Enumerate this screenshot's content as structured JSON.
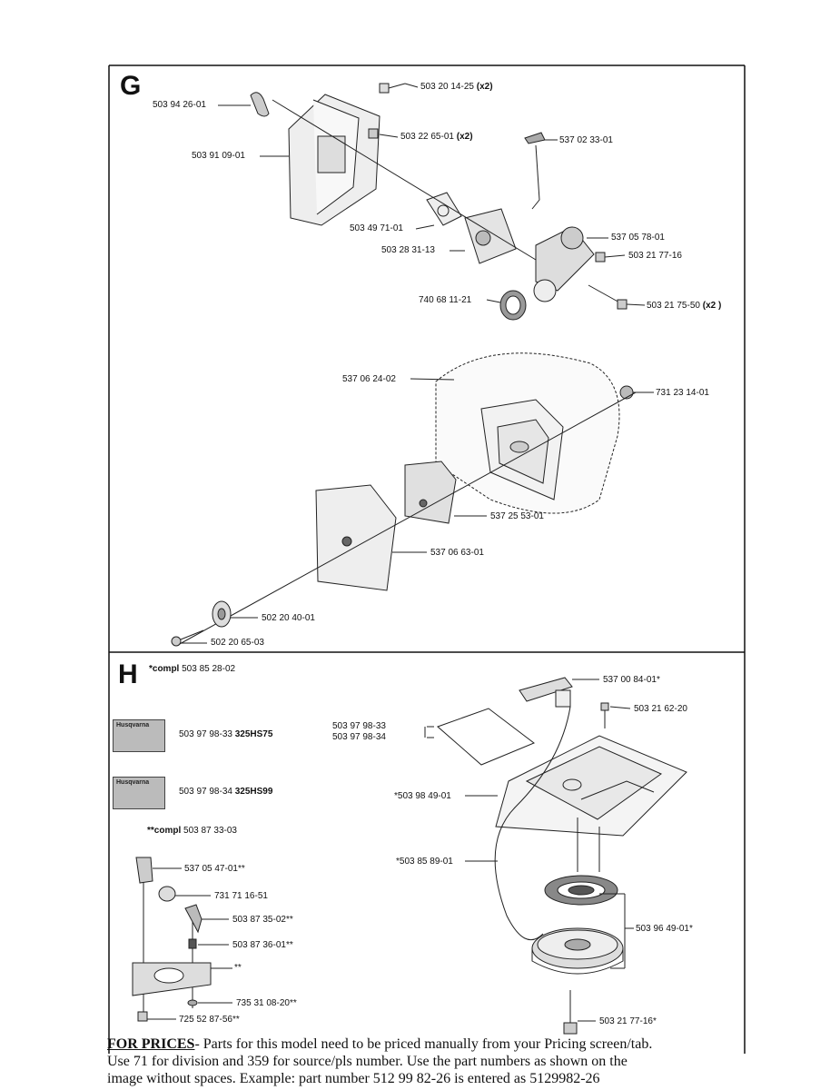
{
  "section_g": {
    "letter": "G",
    "parts": [
      {
        "id": "g1",
        "number": "503 20 14-25",
        "qty": "(x2)"
      },
      {
        "id": "g2",
        "number": "503 94 26-01",
        "qty": ""
      },
      {
        "id": "g3",
        "number": "503 22 65-01",
        "qty": "(x2)"
      },
      {
        "id": "g4",
        "number": "537 02 33-01",
        "qty": ""
      },
      {
        "id": "g5",
        "number": "503 91 09-01",
        "qty": ""
      },
      {
        "id": "g6",
        "number": "503 49 71-01",
        "qty": ""
      },
      {
        "id": "g7",
        "number": "537 05 78-01",
        "qty": ""
      },
      {
        "id": "g8",
        "number": "503 28 31-13",
        "qty": ""
      },
      {
        "id": "g9",
        "number": "503 21 77-16",
        "qty": ""
      },
      {
        "id": "g10",
        "number": "740 68 11-21",
        "qty": ""
      },
      {
        "id": "g11",
        "number": "503 21 75-50",
        "qty": "(x2 )"
      },
      {
        "id": "g12",
        "number": "537 06 24-02",
        "qty": ""
      },
      {
        "id": "g13",
        "number": "731 23 14-01",
        "qty": ""
      },
      {
        "id": "g14",
        "number": "537 25 53-01",
        "qty": ""
      },
      {
        "id": "g15",
        "number": "537 06 63-01",
        "qty": ""
      },
      {
        "id": "g16",
        "number": "502 20 40-01",
        "qty": ""
      },
      {
        "id": "g17",
        "number": "502 20 65-03",
        "qty": ""
      }
    ]
  },
  "section_h": {
    "letter": "H",
    "compl1": {
      "label": "*compl",
      "number": "503 85 28-02"
    },
    "compl2": {
      "label": "**compl",
      "number": "503 87 33-03"
    },
    "decals": [
      {
        "brand": "Husqvarna",
        "number": "503 97 98-33",
        "model": "325HS75"
      },
      {
        "brand": "Husqvarna",
        "number": "503 97 98-34",
        "model": "325HS99"
      }
    ],
    "parts": [
      {
        "id": "h1",
        "number": "537 00 84-01*"
      },
      {
        "id": "h2",
        "number": "503 21 62-20"
      },
      {
        "id": "h3a",
        "number": "503 97 98-33"
      },
      {
        "id": "h3b",
        "number": "503 97 98-34"
      },
      {
        "id": "h4",
        "number": "*503 98 49-01"
      },
      {
        "id": "h5",
        "number": "*503 85 89-01"
      },
      {
        "id": "h6",
        "number": "537 05 47-01**"
      },
      {
        "id": "h7",
        "number": "731 71 16-51"
      },
      {
        "id": "h8",
        "number": "503 87 35-02**"
      },
      {
        "id": "h9",
        "number": "503 87 36-01**"
      },
      {
        "id": "h10",
        "number": "**"
      },
      {
        "id": "h11",
        "number": "735 31 08-20**"
      },
      {
        "id": "h12",
        "number": "725 52 87-56**"
      },
      {
        "id": "h13",
        "number": "503 96 49-01*"
      },
      {
        "id": "h14",
        "number": "503 21 77-16*"
      }
    ]
  },
  "footer": {
    "heading": "FOR PRICES",
    "line1": "- Parts for this model need to be priced manually from your Pricing screen/tab.",
    "line2": "Use 71 for division and 359 for source/pls number.  Use the part numbers as shown on the",
    "line3": "image without spaces.  Example: part number 512 99 82-26 is entered as 5129982-26"
  }
}
